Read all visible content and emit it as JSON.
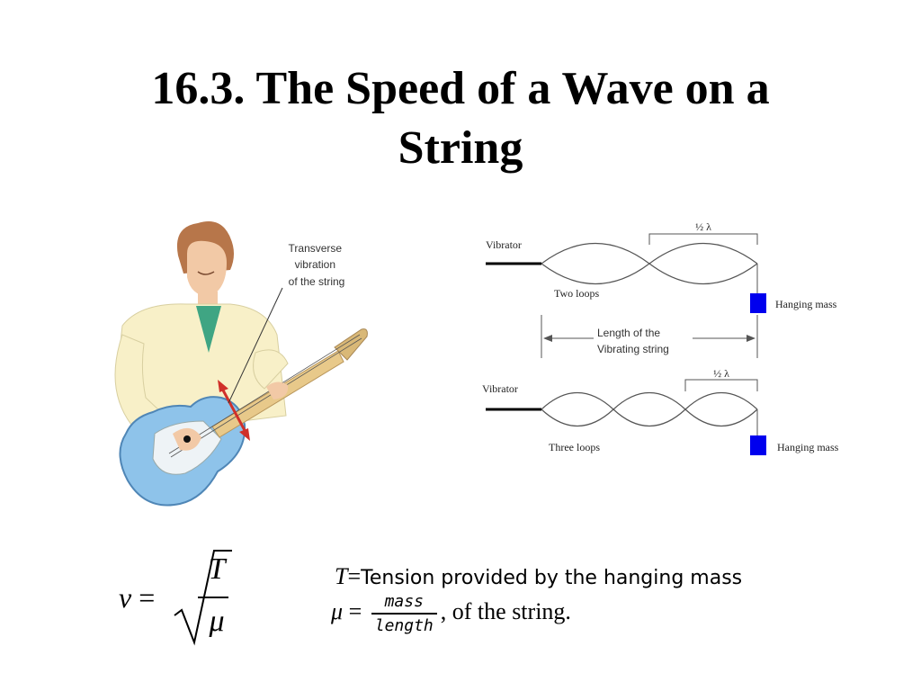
{
  "title": {
    "line1": "16.3. The Speed of a Wave on a",
    "line2": "String"
  },
  "guitar_figure": {
    "callout": [
      "Transverse",
      "vibration",
      "of the string"
    ]
  },
  "wave_diagram": {
    "top": {
      "vibrator": "Vibrator",
      "loops": "Two loops",
      "half_lambda": "½ λ",
      "mass": "Hanging mass"
    },
    "length": {
      "line1": "Length of the",
      "line2": "Vibrating string"
    },
    "bottom": {
      "vibrator": "Vibrator",
      "loops": "Three loops",
      "half_lambda": "½ λ",
      "mass": "Hanging mass"
    },
    "mass_color": "#0000ee"
  },
  "formula": {
    "v": "v",
    "eq": "=",
    "numerator": "T",
    "denominator": "μ"
  },
  "definitions": {
    "T_symbol": "T",
    "T_eq": "=",
    "T_desc": "Tension provided by the hanging mass",
    "mu_symbol": "μ",
    "mu_eq": "=",
    "mu_num": "mass",
    "mu_den": "length",
    "mu_tail": ", of the string."
  }
}
